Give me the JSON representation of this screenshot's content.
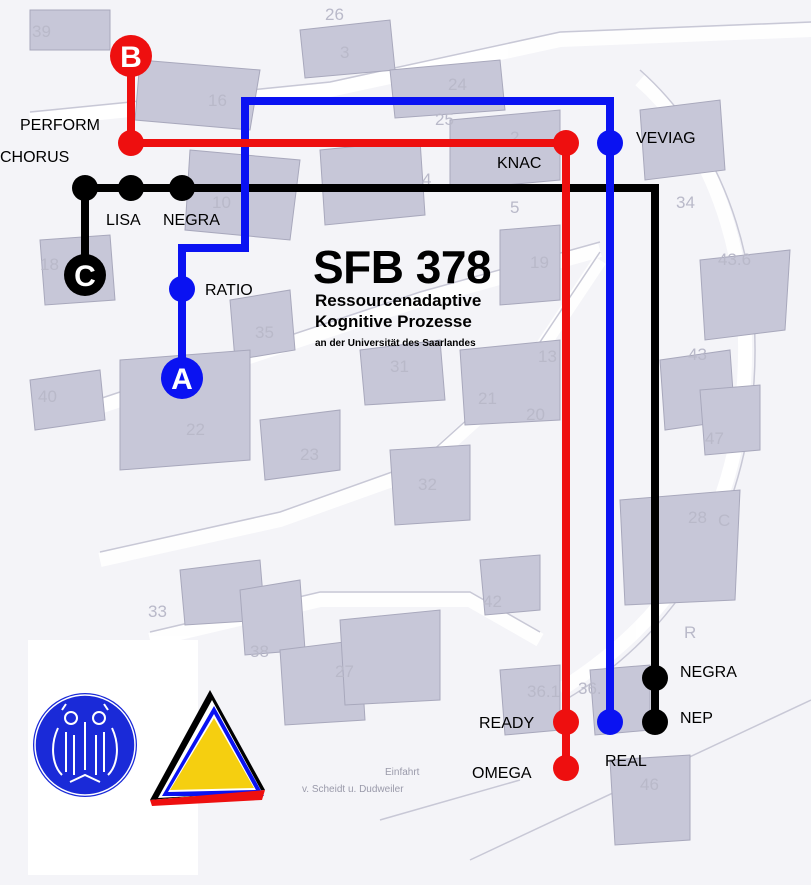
{
  "title": {
    "heading": "SFB 378",
    "line1": "Ressourcenadaptive",
    "line2": "Kognitive Prozesse",
    "line3": "an der Universität des Saarlandes"
  },
  "lines": {
    "A": "A",
    "B": "B",
    "C": "C"
  },
  "stations": {
    "perform": "PERFORM",
    "chorus": "CHORUS",
    "lisa": "LISA",
    "negra_top": "NEGRA",
    "ratio": "RATIO",
    "knac": "KNAC",
    "veviag": "VEVIAG",
    "negra_bottom": "NEGRA",
    "nep": "NEP",
    "ready": "READY",
    "omega": "OMEGA",
    "real": "REAL"
  },
  "buildings": [
    "39",
    "26",
    "3",
    "24",
    "16",
    "25",
    "2",
    "34",
    "10",
    "4",
    "5",
    "18",
    "19",
    "43.6",
    "35",
    "31",
    "13",
    "43",
    "40",
    "21",
    "20",
    "47",
    "22",
    "23",
    "32",
    "28",
    "42",
    "33",
    "38",
    "27",
    "36.1",
    "36.",
    "46",
    "R",
    "C"
  ],
  "map_text": {
    "entrance": "Einfahrt",
    "street": "v. Scheidt u. Dudweiler"
  },
  "colors": {
    "line_a": "#0a12f2",
    "line_b": "#ee0f0f",
    "line_c": "#000000",
    "map_gray": "#c7c7d8",
    "logo_blue": "#1a2ad8",
    "logo_yellow": "#f5cf10"
  },
  "icons": [
    "university-seal-icon",
    "triangle-logo-icon"
  ]
}
